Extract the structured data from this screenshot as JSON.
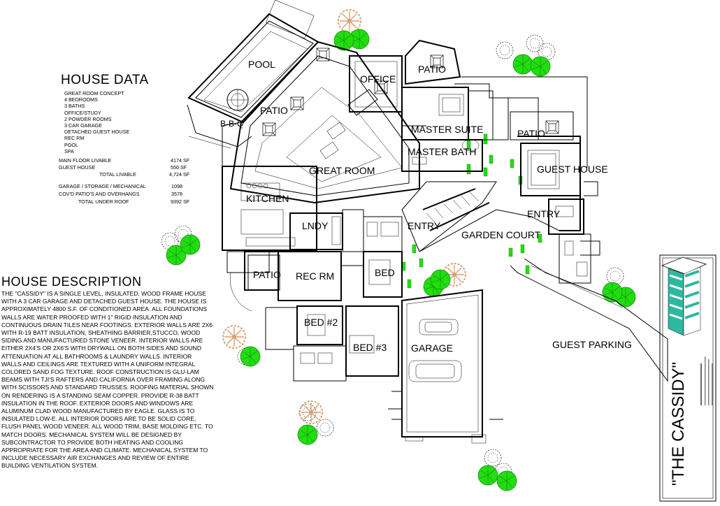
{
  "house_data": {
    "title": "HOUSE DATA",
    "features": [
      "GREAT ROOM CONCEPT",
      "4 BEDROOMS",
      "3 BATHS",
      "OFFICE/STUDY",
      "2 POWDER ROOMS",
      "3 CAR GARAGE",
      "DETACHED GUEST HOUSE",
      "REC RM",
      "POOL",
      "SPA"
    ],
    "areas": [
      {
        "label": "MAIN FLOOR LIVABLE",
        "value": "4174 SF"
      },
      {
        "label": "GUEST HOUSE",
        "value": "550 SF"
      },
      {
        "label": "TOTAL LIVABLE",
        "value": "4,724 SF"
      },
      {
        "label": "GARAGE / STORAGE / MECHANICAL",
        "value": "1098"
      },
      {
        "label": "COV'D PATIO'S AND OVERHANGS",
        "value": "3578"
      },
      {
        "label": "TOTAL UNDER ROOF",
        "value": "9392 SF"
      }
    ]
  },
  "house_description": {
    "title": "HOUSE DESCRIPTION",
    "lines": [
      "THE \"CASSIDY\" IS A SINGLE LEVEL, INSULATED, WOOD FRAME HOUSE",
      "WITH A 3 CAR GARAGE AND DETACHED GUEST HOUSE. THE HOUSE IS",
      "APPROXIMATELY 4800 S.F. OF CONDITIONED AREA. ALL FOUNDATIONS",
      "WALLS ARE WATER PROOFED WITH 1\" RIGID INSULATION AND",
      "CONTINUOUS DRAIN TILES NEAR FOOTINGS. EXTERIOR WALLS ARE 2X6",
      "WITH R-19 BATT INSULATION, SHEATHING BARRIER,STUCCO, WOOD",
      "SIDING AND MANUFACTURED STONE VENEER. INTERIOR WALLS ARE",
      "EITHER 2X4'S OR 2X6'S WITH DRYWALL ON BOTH SIDES AND SOUND",
      "ATTENUATION AT ALL BATHROOMS & LAUNDRY WALLS. INTERIOR",
      "WALLS AND CEILINGS ARE TEXTURED WITH A UNIFORM INTEGRAL",
      "COLORED SAND FOG TEXTURE. ROOF CONSTRUCTION IS GLU-LAM",
      "BEAMS WITH TJI'S RAFTERS AND CALIFORNIA OVER FRAMING ALONG",
      "WITH SCISSORS AND STANDARD TRUSSES. ROOFING MATERIAL SHOWN",
      "ON RENDERING IS A STANDING SEAM COPPER. PROVIDE R-38 BATT",
      "INSULATION IN THE ROOF. EXTERIOR DOORS AND WINDOWS ARE",
      "ALUMINUM CLAD WOOD MANUFACTURED BY EAGLE. GLASS IS TO",
      "INSULATED LOW-E. ALL INTERIOR DOORS ARE TO BE SOLID CORE,",
      "FLUSH PANEL WOOD VENEER. ALL WOOD TRIM, BASE MOLDING ETC. TO",
      "MATCH DOORS. MECHANICAL SYSTEM WILL BE DESIGNED BY",
      "SUBCONTRACTOR TO PROVIDE BOTH HEATING AND COOLING",
      "APPROPRIATE FOR THE AREA AND CLIMATE. MECHANICAL SYSTEM TO",
      "INCLUDE NECESSARY AIR EXCHANGES AND REVIEW OF ENTIRE",
      "BUILDING VENTILATION SYSTEM."
    ]
  },
  "rooms": {
    "pool": "POOL",
    "office": "OFFICE",
    "patio_top": "PATIO",
    "patio_left": "PATIO",
    "bbq": "B-B-Q",
    "master_suite": "MASTER SUITE",
    "master_bath": "MASTER BATH",
    "great_room": "GREAT ROOM",
    "patio_guest": "PATIO",
    "guest_house": "GUEST HOUSE",
    "kitchen": "KITCHEN",
    "lndy": "LNDY",
    "entry_main": "ENTRY",
    "garden_court": "GARDEN COURT",
    "entry_guest": "ENTRY",
    "patio_lower": "PATIO",
    "rec_rm": "REC RM",
    "bed_mid": "BED",
    "bed_2": "BED #2",
    "bed_3": "BED #3",
    "garage": "GARAGE",
    "guest_parking": "GUEST PARKING"
  },
  "logo": {
    "title": "\"THE CASSIDY\""
  },
  "colors": {
    "tree_green": "#22dd11",
    "tree_tan": "#d9a070",
    "logo_teal": "#2fb8a0",
    "line": "#000000"
  }
}
